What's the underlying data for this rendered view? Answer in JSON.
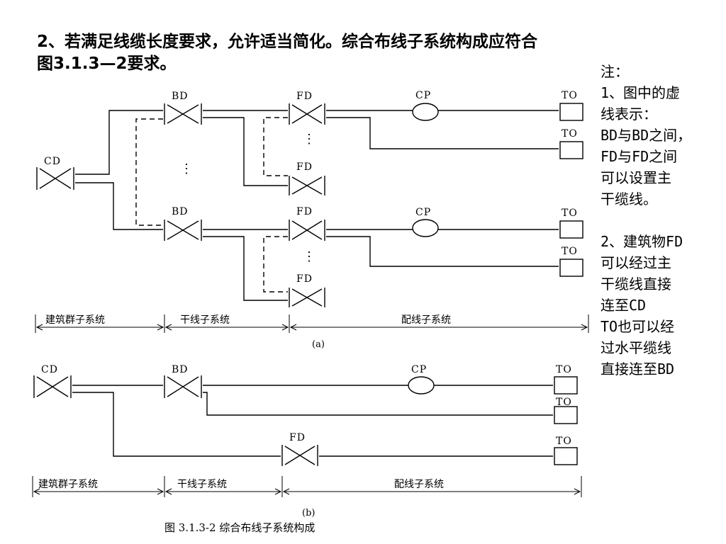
{
  "heading": {
    "line1": "2、若满足线缆长度要求，允许适当简化。综合布线子系统构成应符合",
    "line2": "图3.1.3—2要求。"
  },
  "notes": {
    "title": "注：",
    "n1_lines": [
      "1、图中的虚",
      "线表示：",
      "BD与BD之间，",
      "FD与FD之间",
      "可以设置主",
      "干缆线。"
    ],
    "n2_lines": [
      "2、建筑物FD",
      "可以经过主",
      "干缆线直接",
      "连至CD",
      "TO也可以经",
      "过水平缆线",
      "直接连至BD"
    ]
  },
  "diagram_a": {
    "cd": "CD",
    "bd": "BD",
    "fd": "FD",
    "cp": "CP",
    "to": "TO",
    "ellipsis": "⋮",
    "sections": [
      "建筑群子系统",
      "干线子系统",
      "配线子系统"
    ],
    "label": "(a)"
  },
  "diagram_b": {
    "cd": "CD",
    "bd": "BD",
    "fd": "FD",
    "cp": "CP",
    "to": "TO",
    "sections": [
      "建筑群子系统",
      "干线子系统",
      "配线子系统"
    ],
    "label": "(b)"
  },
  "caption": "图 3.1.3-2   综合布线子系统构成"
}
